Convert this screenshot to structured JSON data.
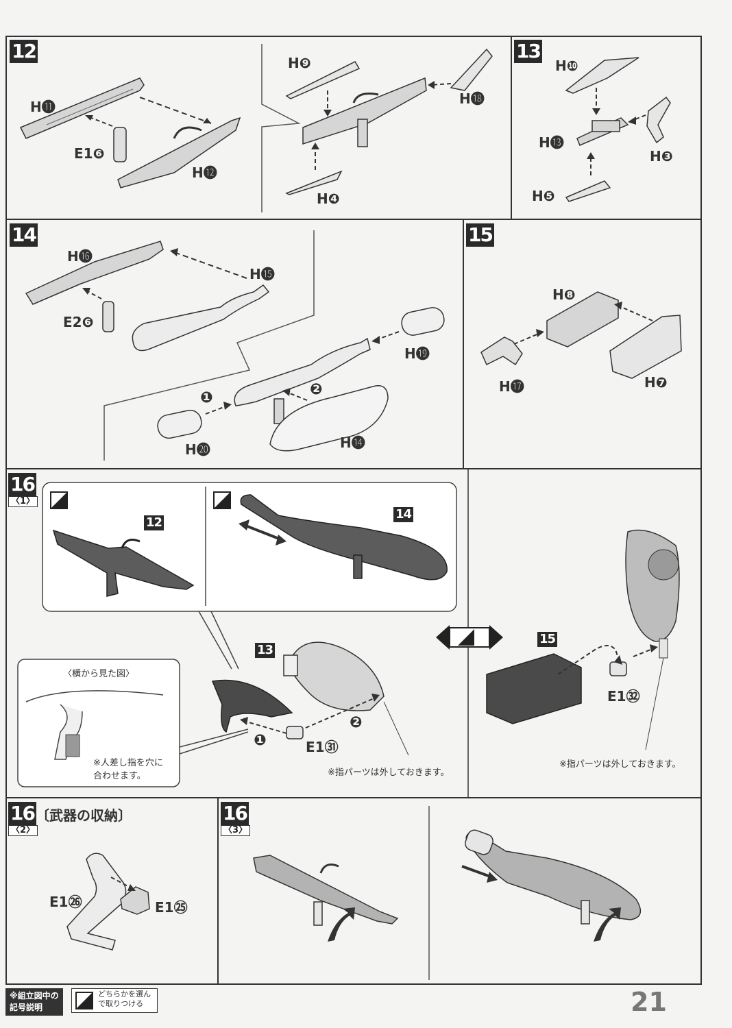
{
  "page_number": "21",
  "steps": {
    "s12": {
      "num": "12",
      "labels": [
        "H⓫",
        "E1❻",
        "H⓬",
        "H❾",
        "H⓲",
        "H❹"
      ]
    },
    "s13": {
      "num": "13",
      "labels": [
        "H❿",
        "H⓭",
        "H❸",
        "H❺"
      ]
    },
    "s14": {
      "num": "14",
      "labels": [
        "H⓰",
        "H⓯",
        "E2❻",
        "H⓳",
        "H⓴",
        "H⓮"
      ],
      "order": [
        "❶",
        "❷"
      ]
    },
    "s15": {
      "num": "15",
      "labels": [
        "H❽",
        "H⓱",
        "H❼"
      ]
    },
    "s16_1": {
      "num": "16",
      "sub": "〈1〉",
      "refs": [
        "12",
        "14",
        "13",
        "15"
      ],
      "labels": [
        "E1㉛",
        "E1㉜"
      ],
      "side_view_title": "〈横から見た図〉",
      "finger_note": "※人差し指を穴に\n合わせます。",
      "remove_note_left": "※指パーツは外しておきます。",
      "remove_note_right": "※指パーツは外しておきます。",
      "order": [
        "❶",
        "❷"
      ]
    },
    "s16_2": {
      "num": "16",
      "sub": "〈2〉",
      "title": "〔武器の収納〕",
      "labels": [
        "E1㉖",
        "E1㉕"
      ]
    },
    "s16_3": {
      "num": "16",
      "sub": "〈3〉"
    }
  },
  "legend": {
    "heading": "※組立図中の\n記号説明",
    "text": "どちらかを選ん\nで取りつける"
  }
}
